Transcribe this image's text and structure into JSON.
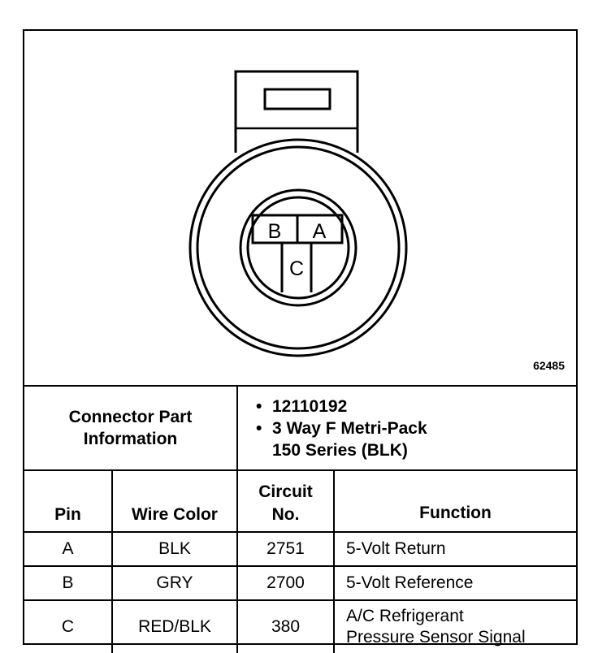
{
  "diagram": {
    "pin_labels": {
      "a": "A",
      "b": "B",
      "c": "C"
    },
    "reference_number": "62485"
  },
  "connector_info": {
    "label_line1": "Connector Part",
    "label_line2": "Information",
    "part_number": "12110192",
    "description_line1": "3 Way F Metri-Pack",
    "description_line2": "150 Series (BLK)"
  },
  "table": {
    "headers": {
      "pin": "Pin",
      "wire_color": "Wire Color",
      "circuit_line1": "Circuit",
      "circuit_line2": "No.",
      "function": "Function"
    },
    "rows": [
      {
        "pin": "A",
        "wire_color": "BLK",
        "circuit": "2751",
        "function": "5-Volt Return"
      },
      {
        "pin": "B",
        "wire_color": "GRY",
        "circuit": "2700",
        "function": "5-Volt Reference"
      },
      {
        "pin": "C",
        "wire_color": "RED/BLK",
        "circuit": "380",
        "function_line1": "A/C Refrigerant",
        "function_line2": "Pressure Sensor Signal"
      }
    ]
  }
}
